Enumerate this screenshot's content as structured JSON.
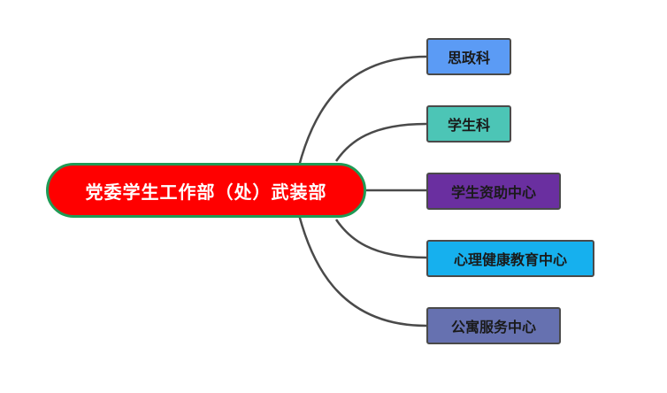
{
  "root": {
    "label": "党委学生工作部（处）武装部",
    "fill": "#ff0000",
    "border": "#1f9a55"
  },
  "children": [
    {
      "label": "思政科",
      "fill": "#5b9bf5"
    },
    {
      "label": "学生科",
      "fill": "#4cc5b6"
    },
    {
      "label": "学生资助中心",
      "fill": "#6a2fa0"
    },
    {
      "label": "心理健康教育中心",
      "fill": "#16b0ee"
    },
    {
      "label": "公寓服务中心",
      "fill": "#6671b0"
    }
  ],
  "connector_color": "#4a4a4a"
}
